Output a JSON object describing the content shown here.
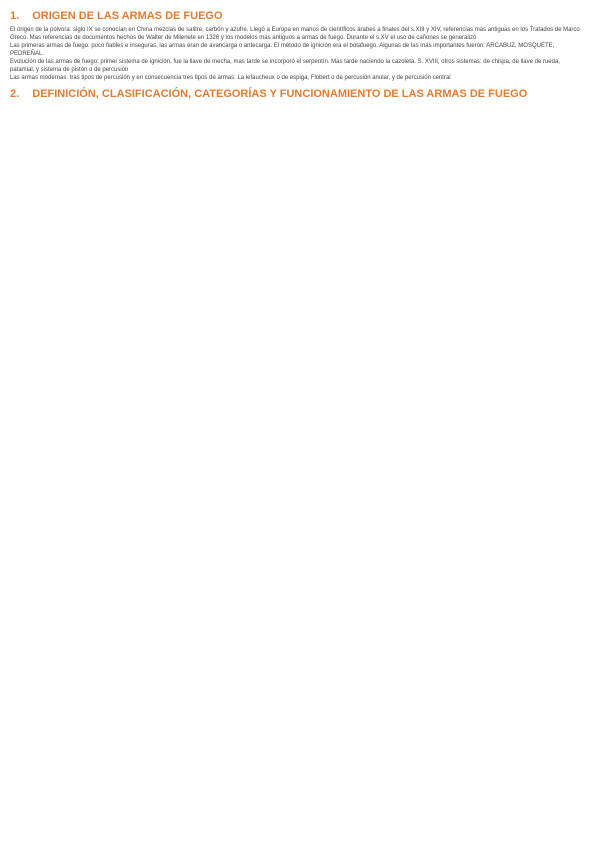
{
  "section1": {
    "number": "1.",
    "title": "ORIGEN DE LAS ARMAS DE FUEGO"
  },
  "origen_lines": [
    "El origen de la pólvora: siglo IX se conocían en China mezclas de salitre, carbón y azufre. Llegó a Europa en manos de científicos árabes a finales del s.XIII y XIV, referencias más antiguas en los Tratados de Marco",
    "Greco. Mas referencias de documentos hechos de Walter de Milenete en 1326 y los modelos mas antiguos a armas de fuego. Durante el s.XV el uso de cañones se generalizó",
    "Las primeras armas de fuego: poco fiables e inseguras, las armas eran de avancarga o antecarga. El método de ignición era el botafuego. Algunas de las más importantes fueron: ARCABUZ, MOSQUETE,",
    "PEDREÑAL.",
    "Evolución de las armas de fuego: primer sistema de ignición, fue la llave de mecha, mas tarde se incorporó el serpentín. Mas tarde naciendo la cazoleta. S. XVIII, otros sistemas: de chispa, de llave de rueda,",
    "patamial, y sistema de pistón o de percusión",
    "Las armas modernas: tras tipos de percusión y en consecuencia tres tipos de armas: La lefaucheux o de espiga, Flobert o de percusión anular, y de percusión central"
  ],
  "section2": {
    "number": "2.",
    "title": "DEFINICIÓN, CLASIFICACIÓN, CATEGORÍAS Y FUNCIONAMIENTO DE LAS ARMAS DE FUEGO"
  }
}
